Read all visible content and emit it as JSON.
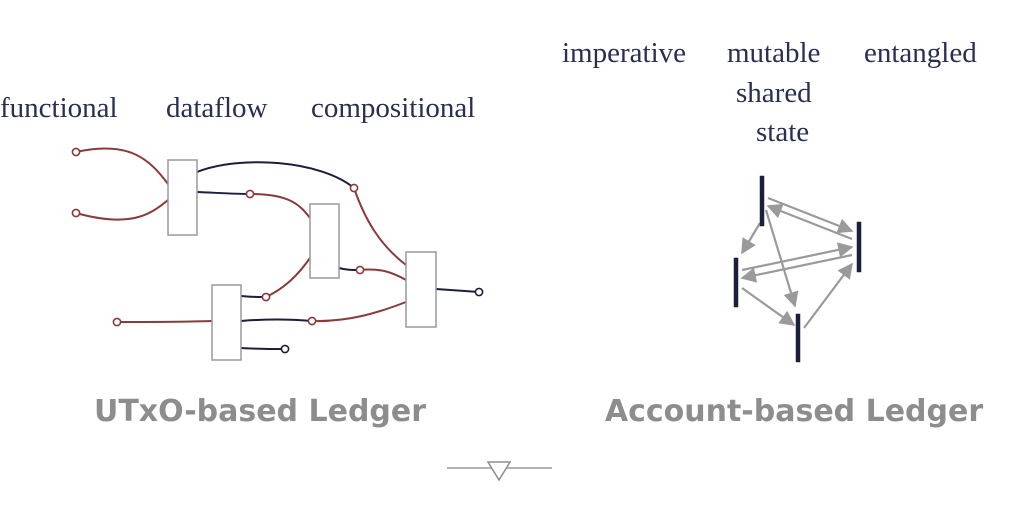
{
  "utxo": {
    "keywords": [
      "functional",
      "dataflow",
      "compositional"
    ],
    "caption": "UTxO-based Ledger"
  },
  "account": {
    "keywords": [
      "imperative",
      "mutable",
      "shared",
      "state",
      "entangled"
    ],
    "caption": "Account-based Ledger"
  },
  "colors": {
    "text": "#2a2f52",
    "caption": "#8d8d8d",
    "wire_output": "#1c1f3b",
    "wire_input": "#8a3a3a",
    "box_border": "#9a9a9a",
    "account_bar": "#1c1f3b",
    "account_arrow": "#9a9a9a"
  },
  "nav": {
    "icon": "triangle-down-icon"
  }
}
